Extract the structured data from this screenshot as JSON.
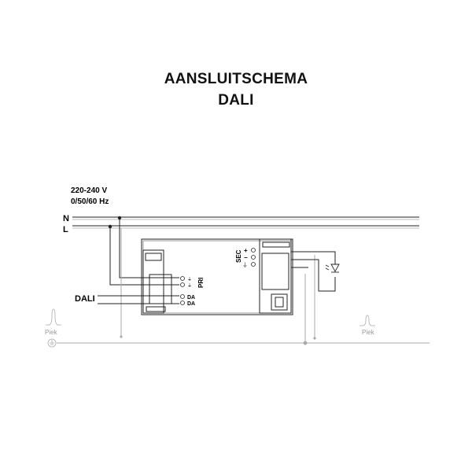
{
  "title": {
    "line1": "AANSLUITSCHEMA",
    "line2": "DALI"
  },
  "supply": {
    "voltage": "220-240 V",
    "frequency": "0/50/60 Hz"
  },
  "lines": {
    "neutral": "N",
    "live": "L"
  },
  "bus": {
    "label": "DALI"
  },
  "driver": {
    "primary_label": "PRI",
    "secondary_label": "SEC",
    "terminals": {
      "pri_1": "⏚",
      "pri_2": "⏚",
      "da_1": "DA",
      "da_2": "DA",
      "sec_plus": "+",
      "sec_minus": "−",
      "sec_earth": "⏚"
    }
  },
  "surge": {
    "left_label": "Piek",
    "right_label": "Piek"
  },
  "colors": {
    "line": "#222222",
    "ground": "#b5b5b5",
    "background": "#ffffff"
  }
}
